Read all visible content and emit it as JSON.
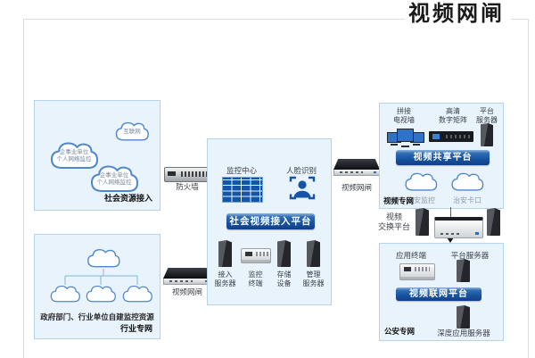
{
  "page": {
    "title": "视频网闸"
  },
  "colors": {
    "box_bg": "#e9f3fb",
    "box_border": "#b5d3ec",
    "banner_blue": "#17539f",
    "accent_blue": "#1356a8",
    "cloud_stroke": "#4f86cc"
  },
  "social_box": {
    "label": "社会资源接入",
    "cloud_internet": "互联网",
    "cloud_enterprise_1": "企事业单位\n个人网络监控",
    "cloud_enterprise_2": "企事业单位\n个人网络监控"
  },
  "industry_box": {
    "label": "行业专网",
    "caption": "政府部门、行业单位自建监控资源"
  },
  "devices": {
    "firewall": "防火墙",
    "gate_left": "视频网闸",
    "gate_right": "视频网闸",
    "exchange": "视频\n交换平台"
  },
  "central_box": {
    "monitor_center": "监控中心",
    "face_recognition": "人脸识别",
    "banner": "社会视频接入平台",
    "servers": [
      "接入\n服务器",
      "监控\n终端",
      "存储\n设备",
      "管理\n服务器"
    ]
  },
  "video_private_box": {
    "label": "视频专网",
    "banner": "视频共享平台",
    "items": [
      "拼接\n电视墙",
      "高清\n数字矩阵",
      "平台\n服务器"
    ],
    "cloud_labels": [
      "治安监控",
      "治安卡口"
    ]
  },
  "police_box": {
    "label": "公安专网",
    "banner": "视频联网平台",
    "app_terminal": "应用终端",
    "platform_server": "平台服务器",
    "deep_server": "深度应用服务器"
  }
}
